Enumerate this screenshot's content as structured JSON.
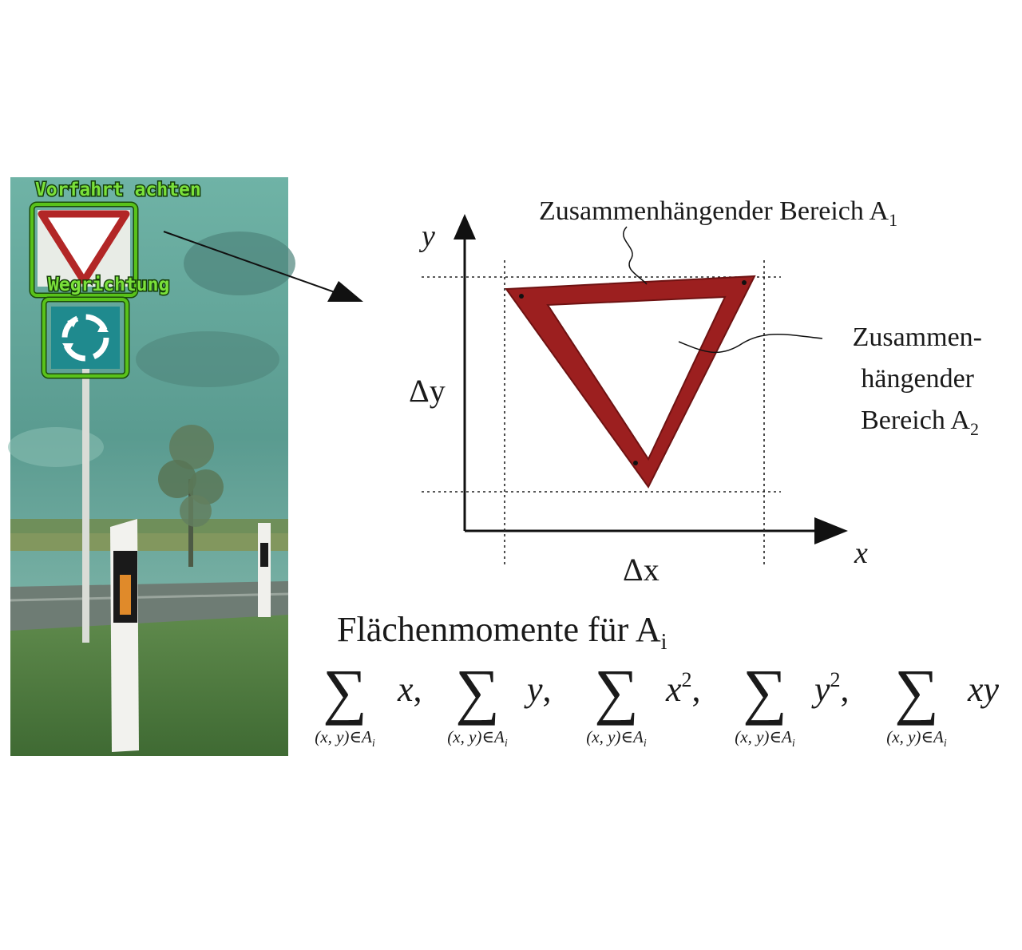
{
  "photo": {
    "detections": [
      {
        "label": "Vorfahrt achten",
        "icon": "yield-sign-icon"
      },
      {
        "label": "Wegrichtung",
        "icon": "roundabout-sign-icon"
      }
    ],
    "colors": {
      "detection_box": "#59c21a",
      "sky": "#5e9e92",
      "grass": "#4f7a40"
    }
  },
  "diagram": {
    "axis_x": "x",
    "axis_y": "y",
    "delta_x": "Δx",
    "delta_y": "Δy",
    "region_a1": {
      "base": "Zusammenhängender Bereich A",
      "sub": "1"
    },
    "region_a2": {
      "line1": "Zusammen-",
      "line2": "hängender",
      "line3_base": "Bereich A",
      "line3_sub": "2"
    },
    "sign_color": "#9c1f1f"
  },
  "moments": {
    "title_base": "Flächenmomente für A",
    "title_sub": "i",
    "sum_symbol": "∑",
    "index_base": "(x, y)∈A",
    "index_sub": "i",
    "terms": [
      {
        "var": "x",
        "sup": "",
        "sep": ","
      },
      {
        "var": "y",
        "sup": "",
        "sep": ","
      },
      {
        "var": "x",
        "sup": "2",
        "sep": ","
      },
      {
        "var": "y",
        "sup": "2",
        "sep": ","
      },
      {
        "var": "xy",
        "sup": "",
        "sep": ""
      }
    ]
  }
}
